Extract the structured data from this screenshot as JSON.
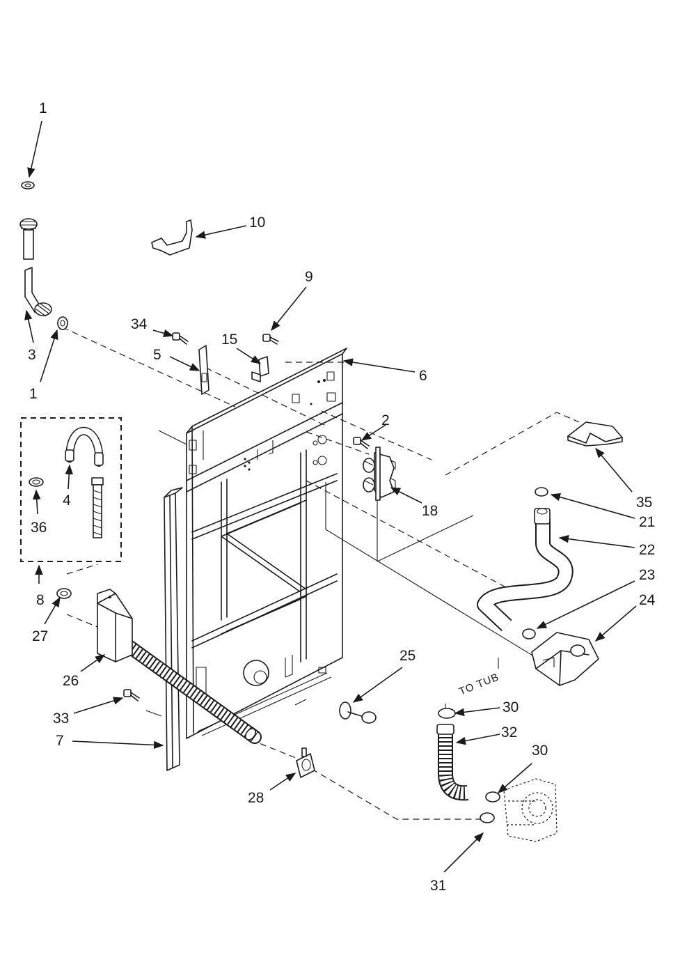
{
  "callouts": [
    {
      "id": "c1a",
      "text": "1"
    },
    {
      "id": "c10",
      "text": "10"
    },
    {
      "id": "c9",
      "text": "9"
    },
    {
      "id": "c34",
      "text": "34"
    },
    {
      "id": "c15",
      "text": "15"
    },
    {
      "id": "c5",
      "text": "5"
    },
    {
      "id": "c6",
      "text": "6"
    },
    {
      "id": "c3",
      "text": "3"
    },
    {
      "id": "c1b",
      "text": "1"
    },
    {
      "id": "c2",
      "text": "2"
    },
    {
      "id": "c18",
      "text": "18"
    },
    {
      "id": "c4",
      "text": "4"
    },
    {
      "id": "c36",
      "text": "36"
    },
    {
      "id": "c35",
      "text": "35"
    },
    {
      "id": "c21",
      "text": "21"
    },
    {
      "id": "c22",
      "text": "22"
    },
    {
      "id": "c23",
      "text": "23"
    },
    {
      "id": "c24",
      "text": "24"
    },
    {
      "id": "c8",
      "text": "8"
    },
    {
      "id": "c27",
      "text": "27"
    },
    {
      "id": "c26",
      "text": "26"
    },
    {
      "id": "c25",
      "text": "25"
    },
    {
      "id": "c30a",
      "text": "30"
    },
    {
      "id": "c32",
      "text": "32"
    },
    {
      "id": "c30b",
      "text": "30"
    },
    {
      "id": "c33",
      "text": "33"
    },
    {
      "id": "c7",
      "text": "7"
    },
    {
      "id": "c28",
      "text": "28"
    },
    {
      "id": "c31",
      "text": "31"
    }
  ],
  "notes": {
    "to_tub": "TO TUB"
  }
}
